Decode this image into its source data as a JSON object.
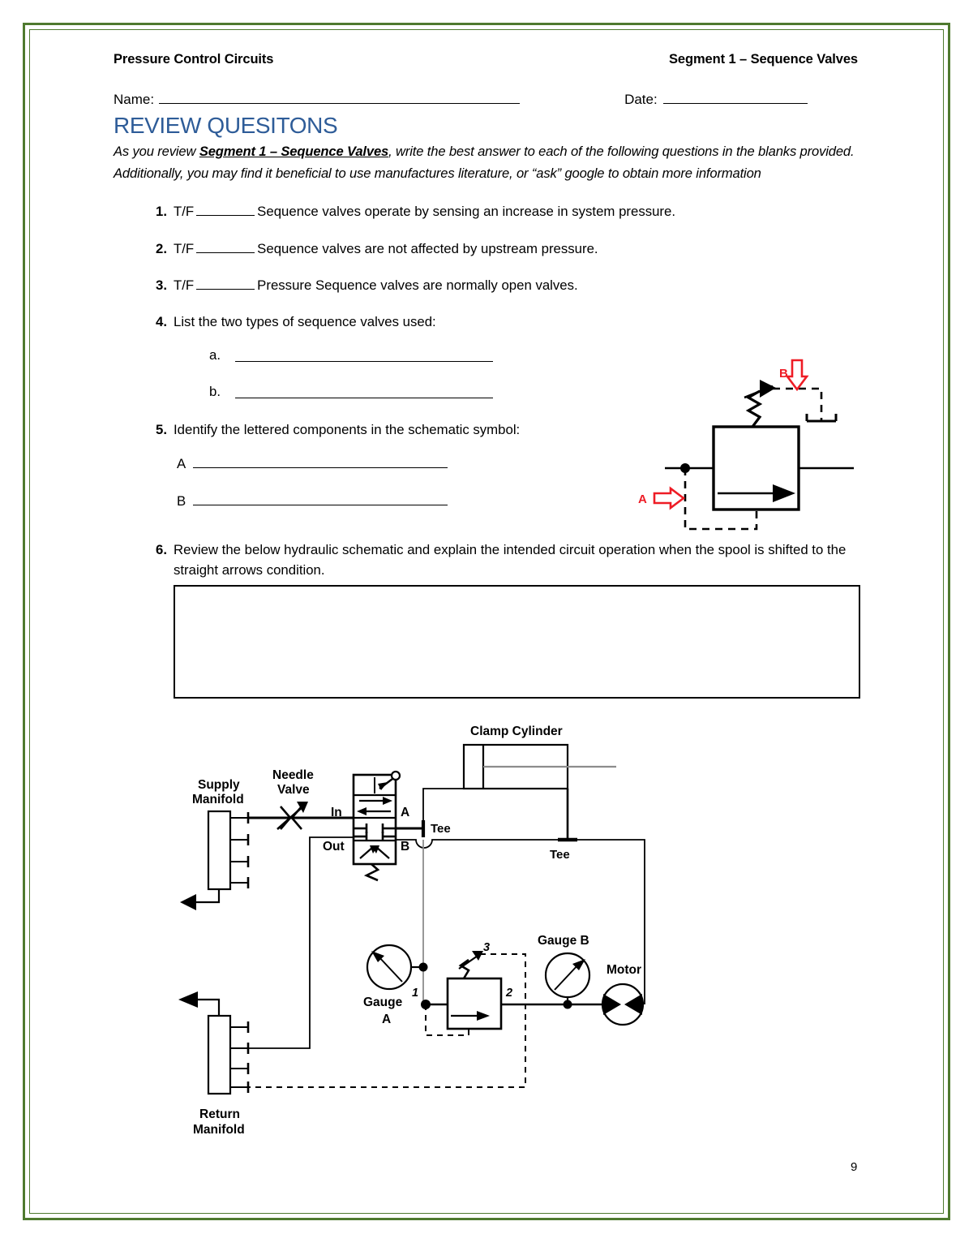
{
  "header": {
    "left_title": "Pressure Control Circuits",
    "right_title": "Segment 1 – Sequence Valves"
  },
  "name_date": {
    "name_label": "Name:",
    "date_label": "Date:"
  },
  "section": {
    "title": "REVIEW QUESITONS",
    "intro_part1": "As you review ",
    "intro_emphasis": "Segment 1 – Sequence Valves",
    "intro_part2": ", write the best answer to each of the following questions in the blanks provided. Additionally, you may find it beneficial to use manufactures literature, or “ask” google to obtain more information"
  },
  "questions": [
    {
      "number": "1.",
      "prefix": "T/F",
      "text": "Sequence valves operate by sensing an increase in system pressure."
    },
    {
      "number": "2.",
      "prefix": "T/F",
      "text": "Sequence valves are not affected by upstream pressure."
    },
    {
      "number": "3.",
      "prefix": "T/F",
      "text": "Pressure Sequence valves are normally open valves."
    },
    {
      "number": "4.",
      "prefix": "",
      "text": "List the two types of sequence valves used:",
      "sub_items": [
        {
          "marker": "a.",
          "value": ""
        },
        {
          "marker": "b.",
          "value": ""
        }
      ]
    },
    {
      "number": "5.",
      "prefix": "",
      "text": "Identify the lettered components in the schematic symbol:",
      "answer_letters": [
        {
          "letter": "A",
          "value": ""
        },
        {
          "letter": "B",
          "value": ""
        }
      ]
    },
    {
      "number": "6.",
      "prefix": "",
      "text": "Review the below hydraulic schematic and explain the intended circuit operation when the spool is shifted to the straight arrows condition.",
      "answer_value": ""
    }
  ],
  "symbol_diagram": {
    "label_a": "A",
    "label_b": "B",
    "accent_color": "#EE1C25"
  },
  "schematic": {
    "labels": {
      "supply_manifold_line1": "Supply",
      "supply_manifold_line2": "Manifold",
      "needle_valve_line1": "Needle",
      "needle_valve_line2": "Valve",
      "port_in": "In",
      "port_out": "Out",
      "port_a": "A",
      "port_b": "B",
      "tee_1": "Tee",
      "tee_2": "Tee",
      "clamp_cylinder": "Clamp Cylinder",
      "gauge_a_line1": "Gauge",
      "gauge_a_line2": "A",
      "gauge_b": "Gauge B",
      "motor": "Motor",
      "seq_port_1": "1",
      "seq_port_2": "2",
      "seq_port_3": "3",
      "return_manifold_line1": "Return",
      "return_manifold_line2": "Manifold"
    }
  },
  "footer": {
    "page_number": "9"
  },
  "theme": {
    "border_green": "#4F7A2F",
    "heading_blue": "#2E5C98",
    "red_accent": "#EE1C25"
  }
}
